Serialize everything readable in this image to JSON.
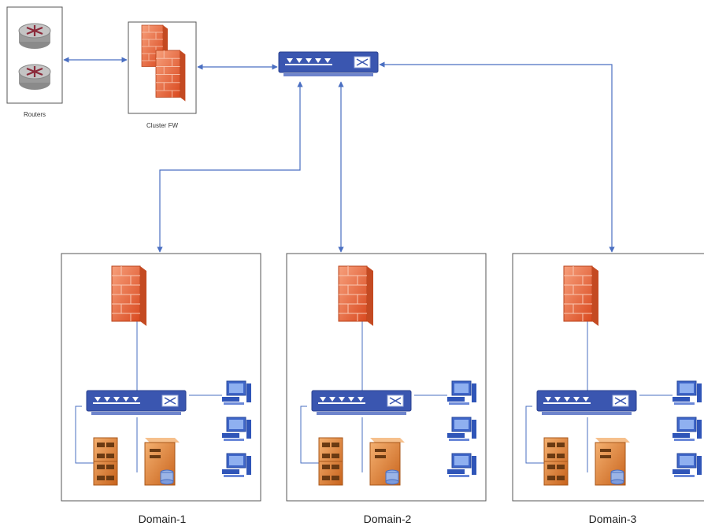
{
  "nodes": {
    "routers_label": "Routers",
    "cluster_fw_label": "Cluster FW"
  },
  "domains": [
    {
      "label": "Domain-1"
    },
    {
      "label": "Domain-2"
    },
    {
      "label": "Domain-3"
    }
  ],
  "colors": {
    "link": "#4a6fc2",
    "switch": "#3a56b0",
    "firewall": "#e8663d",
    "server": "#e58a3c",
    "workstation": "#3f66c8",
    "box_border": "#555555"
  }
}
